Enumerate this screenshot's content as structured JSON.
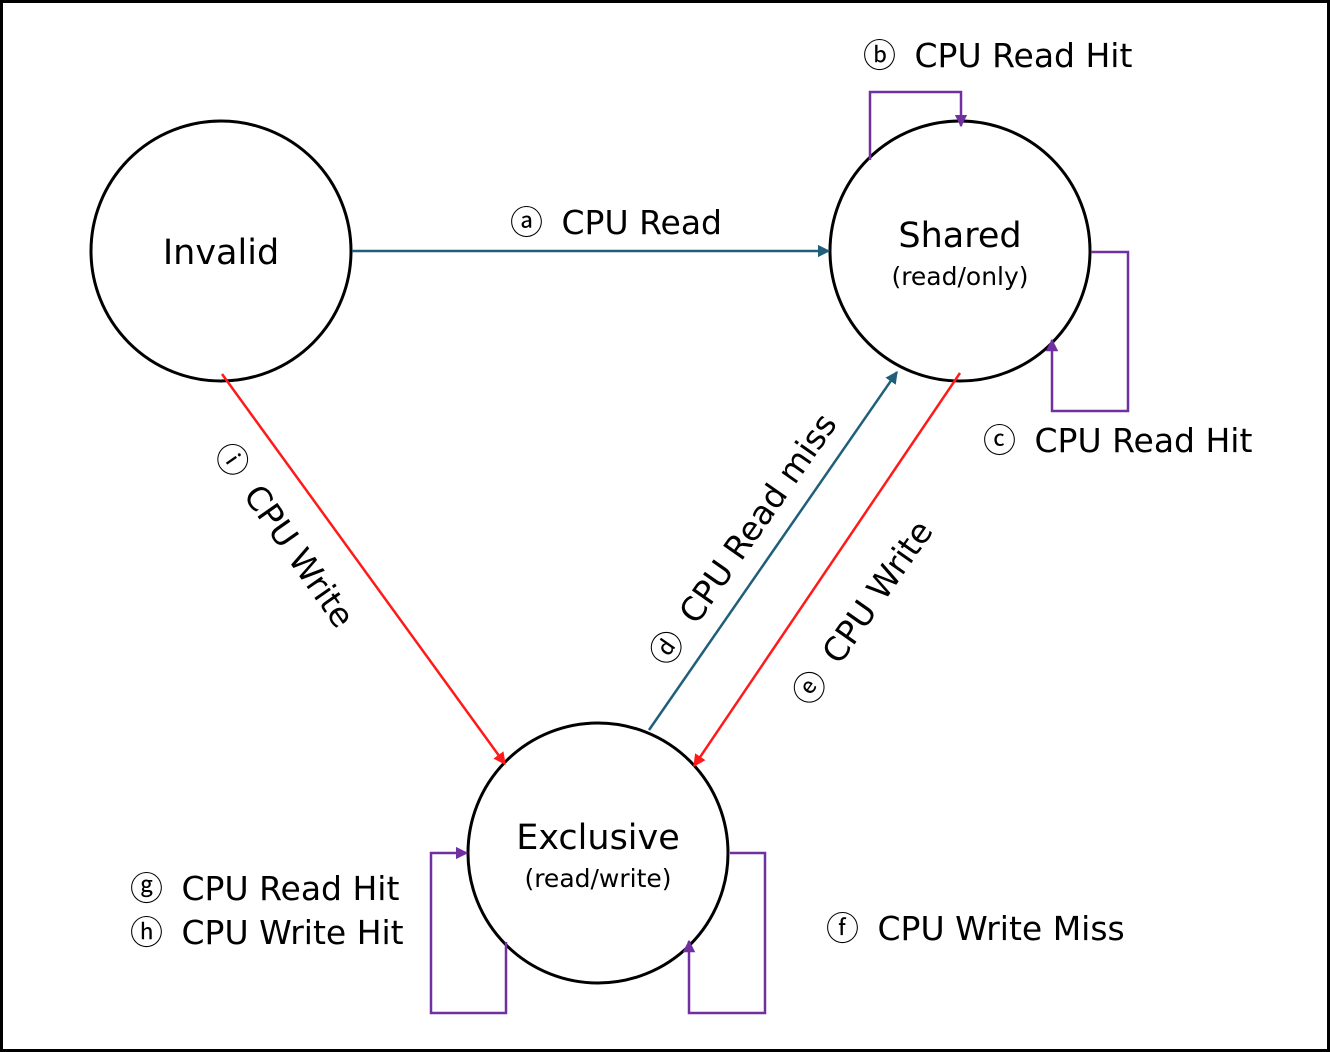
{
  "colors": {
    "teal": "#1f5f7a",
    "red": "#ff1a1a",
    "purple": "#7030a0",
    "border": "#000000"
  },
  "states": {
    "invalid": {
      "name": "Invalid"
    },
    "shared": {
      "name": "Shared",
      "sub": "(read/only)"
    },
    "exclusive": {
      "name": "Exclusive",
      "sub": "(read/write)"
    }
  },
  "transitions": {
    "a": {
      "marker": "ⓐ",
      "label": "CPU Read"
    },
    "b": {
      "marker": "ⓑ",
      "label": "CPU Read Hit"
    },
    "c": {
      "marker": "ⓒ",
      "label": "CPU Read Hit"
    },
    "d": {
      "marker": "ⓓ",
      "label": "CPU Read miss"
    },
    "e": {
      "marker": "ⓔ",
      "label": "CPU Write"
    },
    "f": {
      "marker": "ⓕ",
      "label": "CPU Write Miss"
    },
    "g": {
      "marker": "ⓖ",
      "label": "CPU Read Hit"
    },
    "h": {
      "marker": "ⓗ",
      "label": "CPU Write Hit"
    },
    "i": {
      "marker": "ⓘ",
      "label": "CPU Write"
    }
  }
}
